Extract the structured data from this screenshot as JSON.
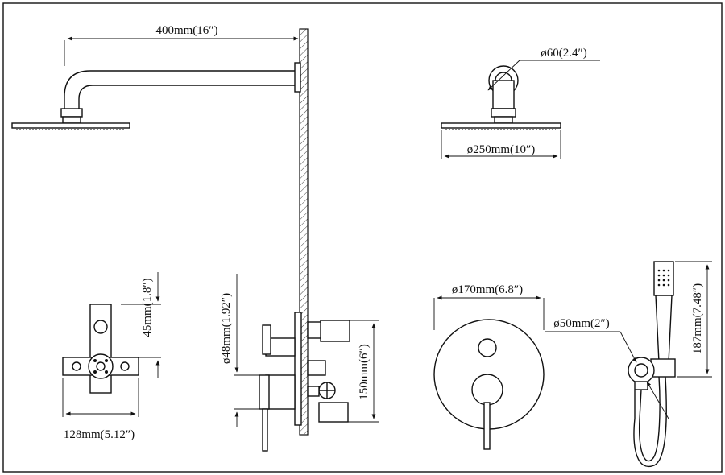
{
  "dimensions": {
    "arm_length": "400mm(16″)",
    "flange_diameter": "ø60(2.4″)",
    "head_diameter": "ø250mm(10″)",
    "valve_height": "45mm(1.8″)",
    "valve_width": "128mm(5.12″)",
    "escutcheon_depth": "ø48mm(1.92″)",
    "trim_height": "150mm(6″)",
    "plate_diameter": "ø170mm(6.8″)",
    "holder_diameter": "ø50mm(2″)",
    "handshower_length": "187mm(7.48″)"
  }
}
